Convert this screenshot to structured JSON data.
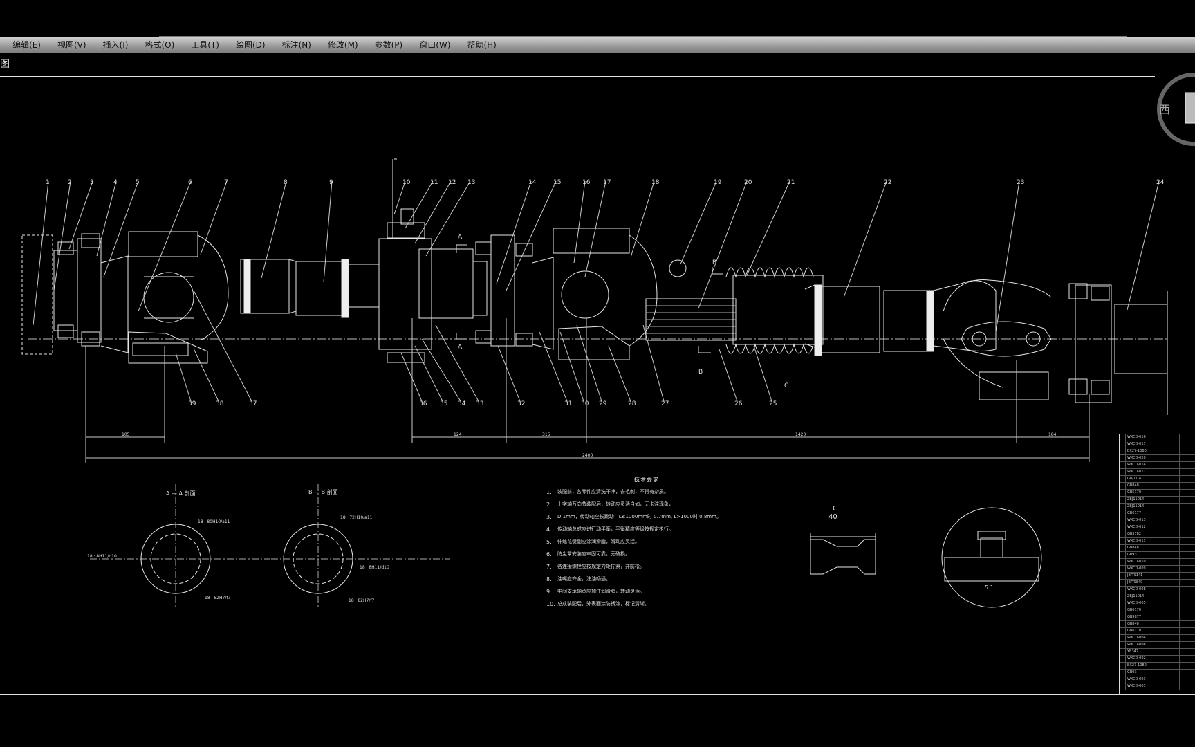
{
  "menu": [
    "编辑(E)",
    "视图(V)",
    "插入(I)",
    "格式(O)",
    "工具(T)",
    "绘图(D)",
    "标注(N)",
    "修改(M)",
    "参数(P)",
    "窗口(W)",
    "帮助(H)"
  ],
  "subbar_glyph": "图",
  "viewcube_label": "西",
  "part_numbers_top": [
    "1",
    "2",
    "3",
    "4",
    "5",
    "6",
    "7",
    "8",
    "9",
    "10",
    "11",
    "12",
    "13",
    "14",
    "15",
    "16",
    "17",
    "18",
    "19",
    "20",
    "21",
    "22",
    "23",
    "24"
  ],
  "part_numbers_bottom": [
    "39",
    "38",
    "37",
    "36",
    "35",
    "34",
    "33",
    "32",
    "31",
    "30",
    "29",
    "28",
    "27",
    "26",
    "25"
  ],
  "section_marks": {
    "a": "A",
    "b": "B",
    "c": "C"
  },
  "section_titles": {
    "aa": "A — A 剖面",
    "bb": "B — B 剖面",
    "c": "C",
    "c_dim": "40",
    "scale": "5:1"
  },
  "spline_labels": {
    "a1": "18 · 8H11/d10",
    "a2": "18 · 80H10/a11",
    "a3": "18 · 52H7/f7",
    "b1": "18 · 72H10/a11",
    "b2": "18 · 8H11/d10",
    "b3": "18 · 82H7/f7"
  },
  "dimensions": {
    "d1": "105",
    "d2": "124",
    "d3": "315",
    "d4": "1420",
    "d5": "184",
    "total": "2400"
  },
  "notes": {
    "title": "技术要求",
    "items": [
      {
        "n": "1.",
        "t": "装配前，各零件应清洗干净，去毛刺，不得有杂质。"
      },
      {
        "n": "2.",
        "t": "十字轴万向节装配后，转动应灵活自如，无卡滞现象，"
      },
      {
        "n": "3.",
        "t": "D.1mm，传动轴全长跳动：L≤1000mm时 0.7mm, L>1000时 0.8mm。"
      },
      {
        "n": "4.",
        "t": "传动轴总成应进行动平衡，平衡精度等级按规定执行。"
      },
      {
        "n": "5.",
        "t": "伸缩花键副应涂润滑脂，滑动应灵活。"
      },
      {
        "n": "6.",
        "t": "防尘罩安装应牢固可靠，无破损。"
      },
      {
        "n": "7.",
        "t": "各连接螺栓应按规定力矩拧紧，并防松。"
      },
      {
        "n": "8.",
        "t": "油嘴应齐全，注油畅通。"
      },
      {
        "n": "9.",
        "t": "中间支承轴承应加注润滑脂，转动灵活。"
      },
      {
        "n": "10.",
        "t": "总成装配后，外表面涂防锈漆，标记清晰。"
      }
    ]
  },
  "bom_rows": [
    "WXCD-016",
    "WXCD-017",
    "BX27-1080",
    "WXCD-020",
    "WXCD-014",
    "WXCD-011",
    "GB/T1.4",
    "GB848",
    "GB5170",
    "ZBJ11014",
    "ZBJ11014",
    "GB6177",
    "WXCD-013",
    "WXCD-012",
    "GB5782",
    "WXCD-011",
    "GB848",
    "GB93",
    "WXCD-010",
    "WXCD-009",
    "JB/T9141",
    "JB/T9840",
    "WXCD-008",
    "ZBJ11014",
    "WXCD-005",
    "GB6170",
    "GB9877",
    "GB848",
    "GB6170",
    "WXCD-004",
    "WXCD-006",
    "YB342",
    "WXCD-002",
    "BX27-1080",
    "GB93",
    "WXCD-003",
    "WXCD-001"
  ],
  "colors": {
    "line": "#e6e6e6",
    "accent": "#e8e85a"
  }
}
